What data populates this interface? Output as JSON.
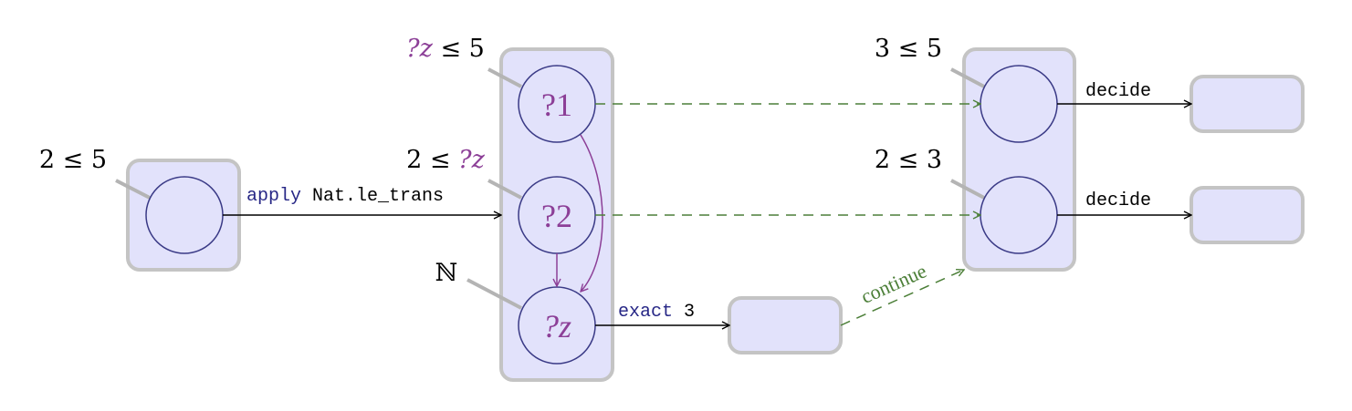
{
  "colors": {
    "box_fill": "#e2e2fb",
    "box_stroke": "#c4c4c4",
    "circle_fill": "#e2e2fb",
    "circle_stroke": "#3a3a86",
    "metavar": "#8c3f97",
    "keyword": "#272786",
    "dashed": "#4c7f38",
    "ink": "#000000"
  },
  "goals": {
    "root": {
      "label": "2 ≤ 5"
    },
    "trans": {
      "top": {
        "prefix": "?z",
        "suffix": " ≤ 5"
      },
      "mid": {
        "prefix": "2 ≤ ",
        "suffix": "?z"
      },
      "bot": {
        "label": "ℕ"
      }
    },
    "right": {
      "top": {
        "label": "3 ≤ 5"
      },
      "bot": {
        "label": "2 ≤ 3"
      }
    }
  },
  "metavars": {
    "m1": "?1",
    "m2": "?2",
    "mz": "?z"
  },
  "tactics": {
    "apply": {
      "keyword": "apply",
      "arg": " Nat.le_trans"
    },
    "exact": {
      "keyword": "exact",
      "arg": " 3"
    },
    "decide_top": "decide",
    "decide_bot": "decide",
    "continue": "continue"
  }
}
